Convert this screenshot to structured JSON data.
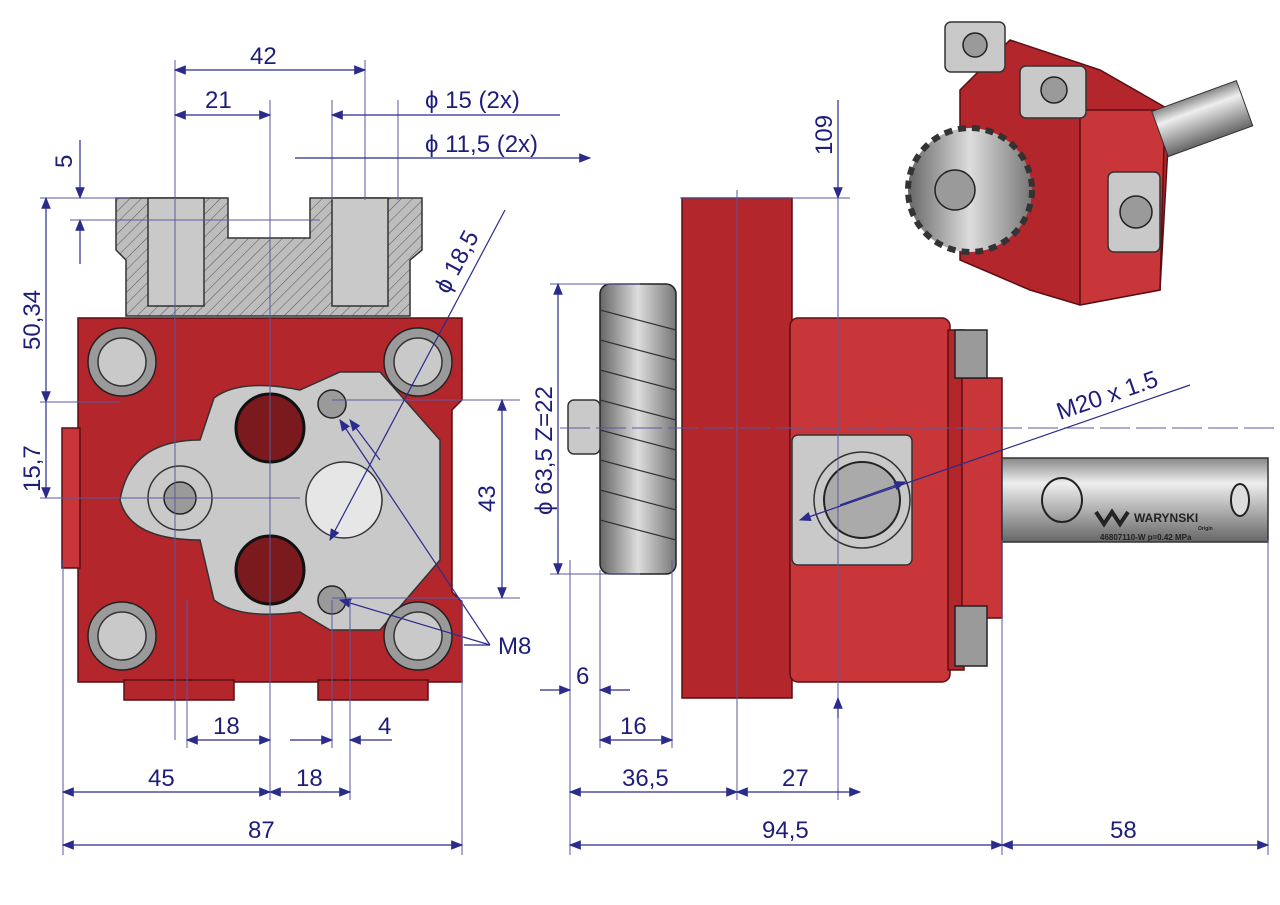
{
  "front_view": {
    "dims": {
      "width_42": "42",
      "half_21": "21",
      "port_dia_15": "ϕ 15  (2x)",
      "port_dia_11_5": "ϕ 11,5  (2x)",
      "offset_5": "5",
      "height_50_34": "50,34",
      "height_15_7": "15,7",
      "dia_18_5": "ϕ 18,5",
      "bolt_spacing_43": "43",
      "thread_m8": "M8",
      "offset_18_left": "18",
      "offset_4": "4",
      "offset_45": "45",
      "offset_18_right": "18",
      "total_87": "87"
    }
  },
  "side_view": {
    "dims": {
      "height_109": "109",
      "gear_dia": "ϕ 63,5  Z=22",
      "thread_m20": "M20 x 1.5",
      "offset_6": "6",
      "width_16": "16",
      "offset_36_5": "36,5",
      "offset_27": "27",
      "length_94_5": "94,5",
      "shaft_58": "58"
    },
    "shaft_marking": {
      "brand": "WARYNSKI",
      "brand_sub": "Origin",
      "part_code": "46807110-W p=0.42 MPa"
    }
  },
  "colors": {
    "body_red": "#b3262c",
    "dimension_blue": "#2b2b8c",
    "steel": "#c9c9c9"
  }
}
